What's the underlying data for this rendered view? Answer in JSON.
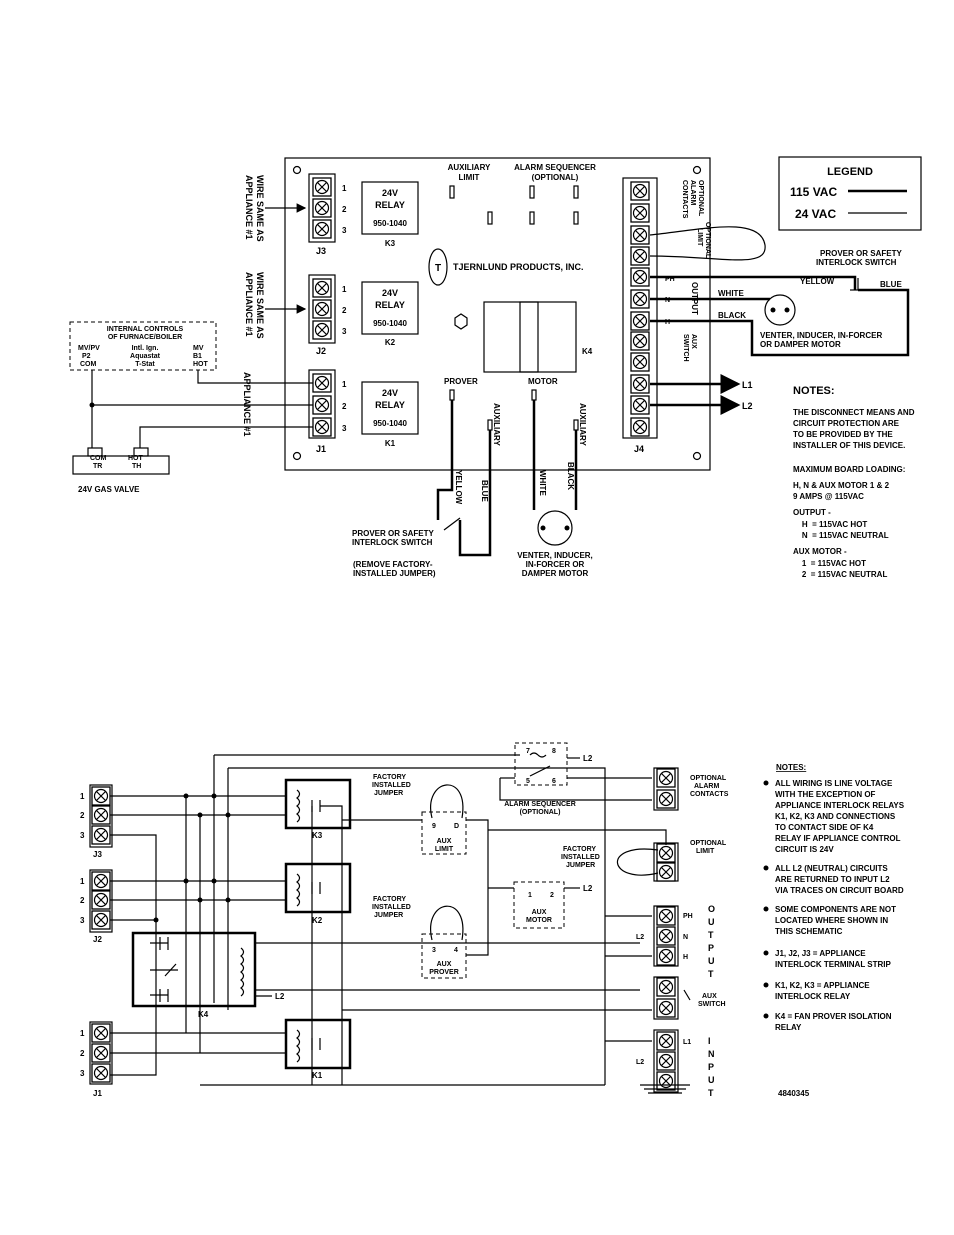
{
  "top": {
    "legend": {
      "title": "LEGEND",
      "items": [
        "115 VAC",
        "24 VAC"
      ]
    },
    "relays": [
      {
        "id": "K3",
        "lines": [
          "24V",
          "RELAY",
          "950-1040"
        ]
      },
      {
        "id": "K2",
        "lines": [
          "24V",
          "RELAY",
          "950-1040"
        ]
      },
      {
        "id": "K1",
        "lines": [
          "24V",
          "RELAY",
          "950-1040"
        ]
      }
    ],
    "connectors": {
      "j3": "J3",
      "j2": "J2",
      "j1": "J1",
      "j4": "J4",
      "k4": "K4"
    },
    "pin_numbers": [
      "1",
      "2",
      "3"
    ],
    "wire_same_note_1": [
      "WIRE SAME AS",
      "APPLIANCE #1"
    ],
    "wire_same_note_2": [
      "WIRE SAME AS",
      "APPLIANCE #1"
    ],
    "appliance_label": "APPLIANCE #1",
    "board_labels": {
      "aux_limit": [
        "AUXILIARY",
        "LIMIT"
      ],
      "alarm_sequencer": [
        "ALARM SEQUENCER",
        "(OPTIONAL)"
      ],
      "company": "TJERNLUND PRODUCTS, INC.",
      "prover": "PROVER",
      "motor": "MOTOR",
      "auxiliary": "AUXILIARY"
    },
    "j4_side_labels": {
      "optional_alarm": [
        "OPTIONAL",
        "ALARM",
        "CONTACTS"
      ],
      "optional_limit": [
        "OPTIONAL",
        "LIMIT"
      ],
      "output": "OUTPUT",
      "aux_switch": [
        "AUX",
        "SWITCH"
      ],
      "ph": "PH",
      "n": "N",
      "h": "H"
    },
    "internal_controls": {
      "title": [
        "INTERNAL CONTROLS",
        "OF FURNACE/BOILER"
      ],
      "rows": [
        [
          "MV/PV",
          "Intl. Ign.",
          "MV"
        ],
        [
          "P2",
          "Aquastat",
          "B1"
        ],
        [
          "COM",
          "T-Stat",
          "HOT"
        ]
      ]
    },
    "gas_valve": {
      "com": "COM",
      "tr": "TR",
      "hot": "HOT",
      "th": "TH",
      "label": "24V GAS VALVE"
    },
    "prover_switch_right": [
      "PROVER OR SAFETY",
      "INTERLOCK SWITCH"
    ],
    "wire_colors": {
      "yellow": "YELLOW",
      "blue": "BLUE",
      "white": "WHITE",
      "black": "BLACK"
    },
    "venter_right": [
      "VENTER, INDUCER, IN-FORCER",
      "OR DAMPER MOTOR"
    ],
    "l1": "L1",
    "l2": "L2",
    "prover_switch_bottom": [
      "PROVER OR SAFETY",
      "INTERLOCK SWITCH"
    ],
    "remove_jumper": [
      "(REMOVE FACTORY-",
      "INSTALLED JUMPER)"
    ],
    "venter_bottom": [
      "VENTER, INDUCER,",
      "IN-FORCER OR",
      "DAMPER MOTOR"
    ],
    "notes": {
      "title": "NOTES:",
      "lines": [
        "THE DISCONNECT MEANS AND",
        "CIRCUIT PROTECTION ARE",
        "TO BE PROVIDED BY THE",
        "INSTALLER OF THIS DEVICE.",
        "",
        "MAXIMUM BOARD LOADING:",
        "H, N & AUX MOTOR 1 & 2",
        "9 AMPS @ 115VAC",
        "",
        "OUTPUT -",
        "    H  = 115VAC HOT",
        "    N  = 115VAC NEUTRAL",
        "",
        "AUX MOTOR -",
        "    1  = 115VAC HOT",
        "    2  = 115VAC NEUTRAL"
      ]
    }
  },
  "bottom": {
    "labels": {
      "k3": "K3",
      "k2": "K2",
      "k1": "K1",
      "k4": "K4",
      "j3": "J3",
      "j2": "J2",
      "j1": "J1",
      "l2": "L2",
      "alarm_pins": [
        "7",
        "8",
        "5",
        "6"
      ],
      "alarm_sequencer": [
        "ALARM SEQUENCER",
        "(OPTIONAL)"
      ],
      "factory_jumper": [
        "FACTORY",
        "INSTALLED",
        "JUMPER"
      ],
      "aux_limit": [
        "AUX",
        "LIMIT"
      ],
      "aux_limit_pins": [
        "9",
        "D"
      ],
      "aux_motor": [
        "AUX",
        "MOTOR"
      ],
      "aux_motor_pins": [
        "1",
        "2"
      ],
      "aux_prover": [
        "AUX",
        "PROVER"
      ],
      "aux_prover_pins": [
        "3",
        "4"
      ],
      "optional_alarm": [
        "OPTIONAL",
        "ALARM",
        "CONTACTS"
      ],
      "optional_limit": [
        "OPTIONAL",
        "LIMIT"
      ],
      "ph": "PH",
      "n": "N",
      "h": "H",
      "output_letters": [
        "O",
        "U",
        "T",
        "P",
        "U",
        "T"
      ],
      "input_letters": [
        "I",
        "N",
        "P",
        "U",
        "T"
      ],
      "aux_switch": [
        "AUX",
        "SWITCH"
      ],
      "l1": "L1",
      "part_no": "4840345"
    },
    "notes": {
      "title": "NOTES:",
      "items": [
        [
          "ALL WIRING IS LINE VOLTAGE",
          "WITH THE EXCEPTION OF",
          "APPLIANCE INTERLOCK RELAYS",
          "K1, K2, K3 AND CONNECTIONS",
          "TO CONTACT SIDE OF K4",
          "RELAY IF APPLIANCE CONTROL",
          "CIRCUIT IS 24V"
        ],
        [
          "ALL L2 (NEUTRAL) CIRCUITS",
          "ARE RETURNED TO INPUT L2",
          "VIA TRACES ON CIRCUIT BOARD"
        ],
        [
          "SOME COMPONENTS ARE NOT",
          "LOCATED WHERE SHOWN IN",
          "THIS SCHEMATIC"
        ],
        [
          "J1, J2, J3 = APPLIANCE",
          "INTERLOCK TERMINAL STRIP"
        ],
        [
          "K1, K2, K3 = APPLIANCE",
          "INTERLOCK RELAY"
        ],
        [
          "K4 = FAN PROVER ISOLATION",
          "RELAY"
        ]
      ]
    }
  }
}
